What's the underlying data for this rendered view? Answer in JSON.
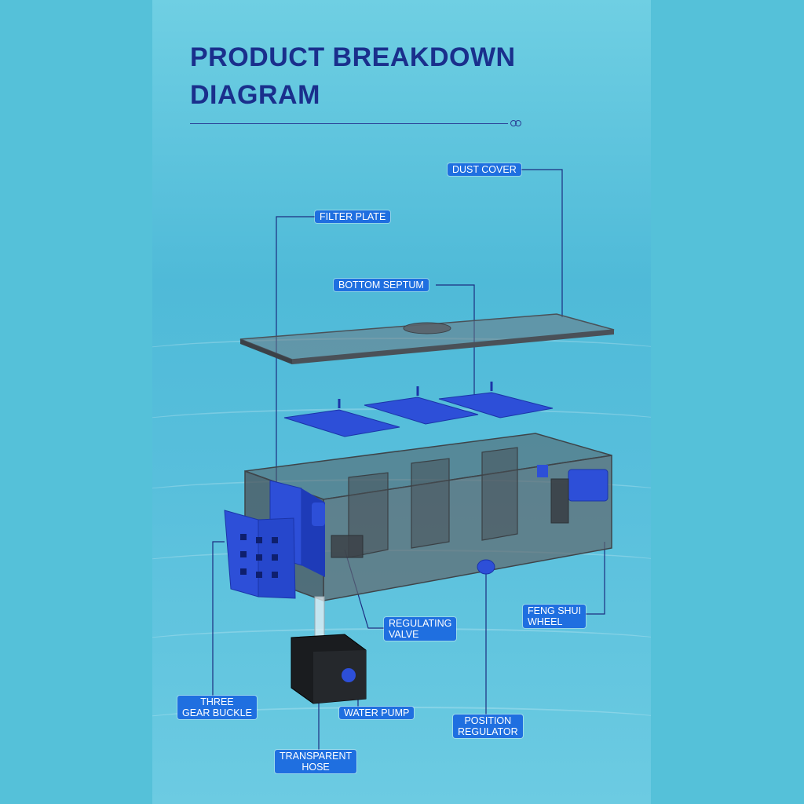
{
  "title": {
    "line1": "PRODUCT BREAKDOWN",
    "line2": "DIAGRAM"
  },
  "labels": {
    "dust_cover": "DUST COVER",
    "filter_plate": "FILTER PLATE",
    "bottom_septum": "BOTTOM SEPTUM",
    "regulating_valve_1": "REGULATING",
    "regulating_valve_2": "VALVE",
    "feng_shui_wheel_1": "FENG SHUI",
    "feng_shui_wheel_2": "WHEEL",
    "three_gear_buckle_1": "THREE",
    "three_gear_buckle_2": "GEAR BUCKLE",
    "water_pump": "WATER PUMP",
    "position_regulator_1": "POSITION",
    "position_regulator_2": "REGULATOR",
    "transparent_hose_1": "TRANSPARENT",
    "transparent_hose_2": "HOSE"
  },
  "colors": {
    "accent": "#1f6fe0",
    "title": "#1a2f8c",
    "part_blue": "#2d4fd8",
    "tank": "#5d6468",
    "background": "#55c1d9"
  }
}
